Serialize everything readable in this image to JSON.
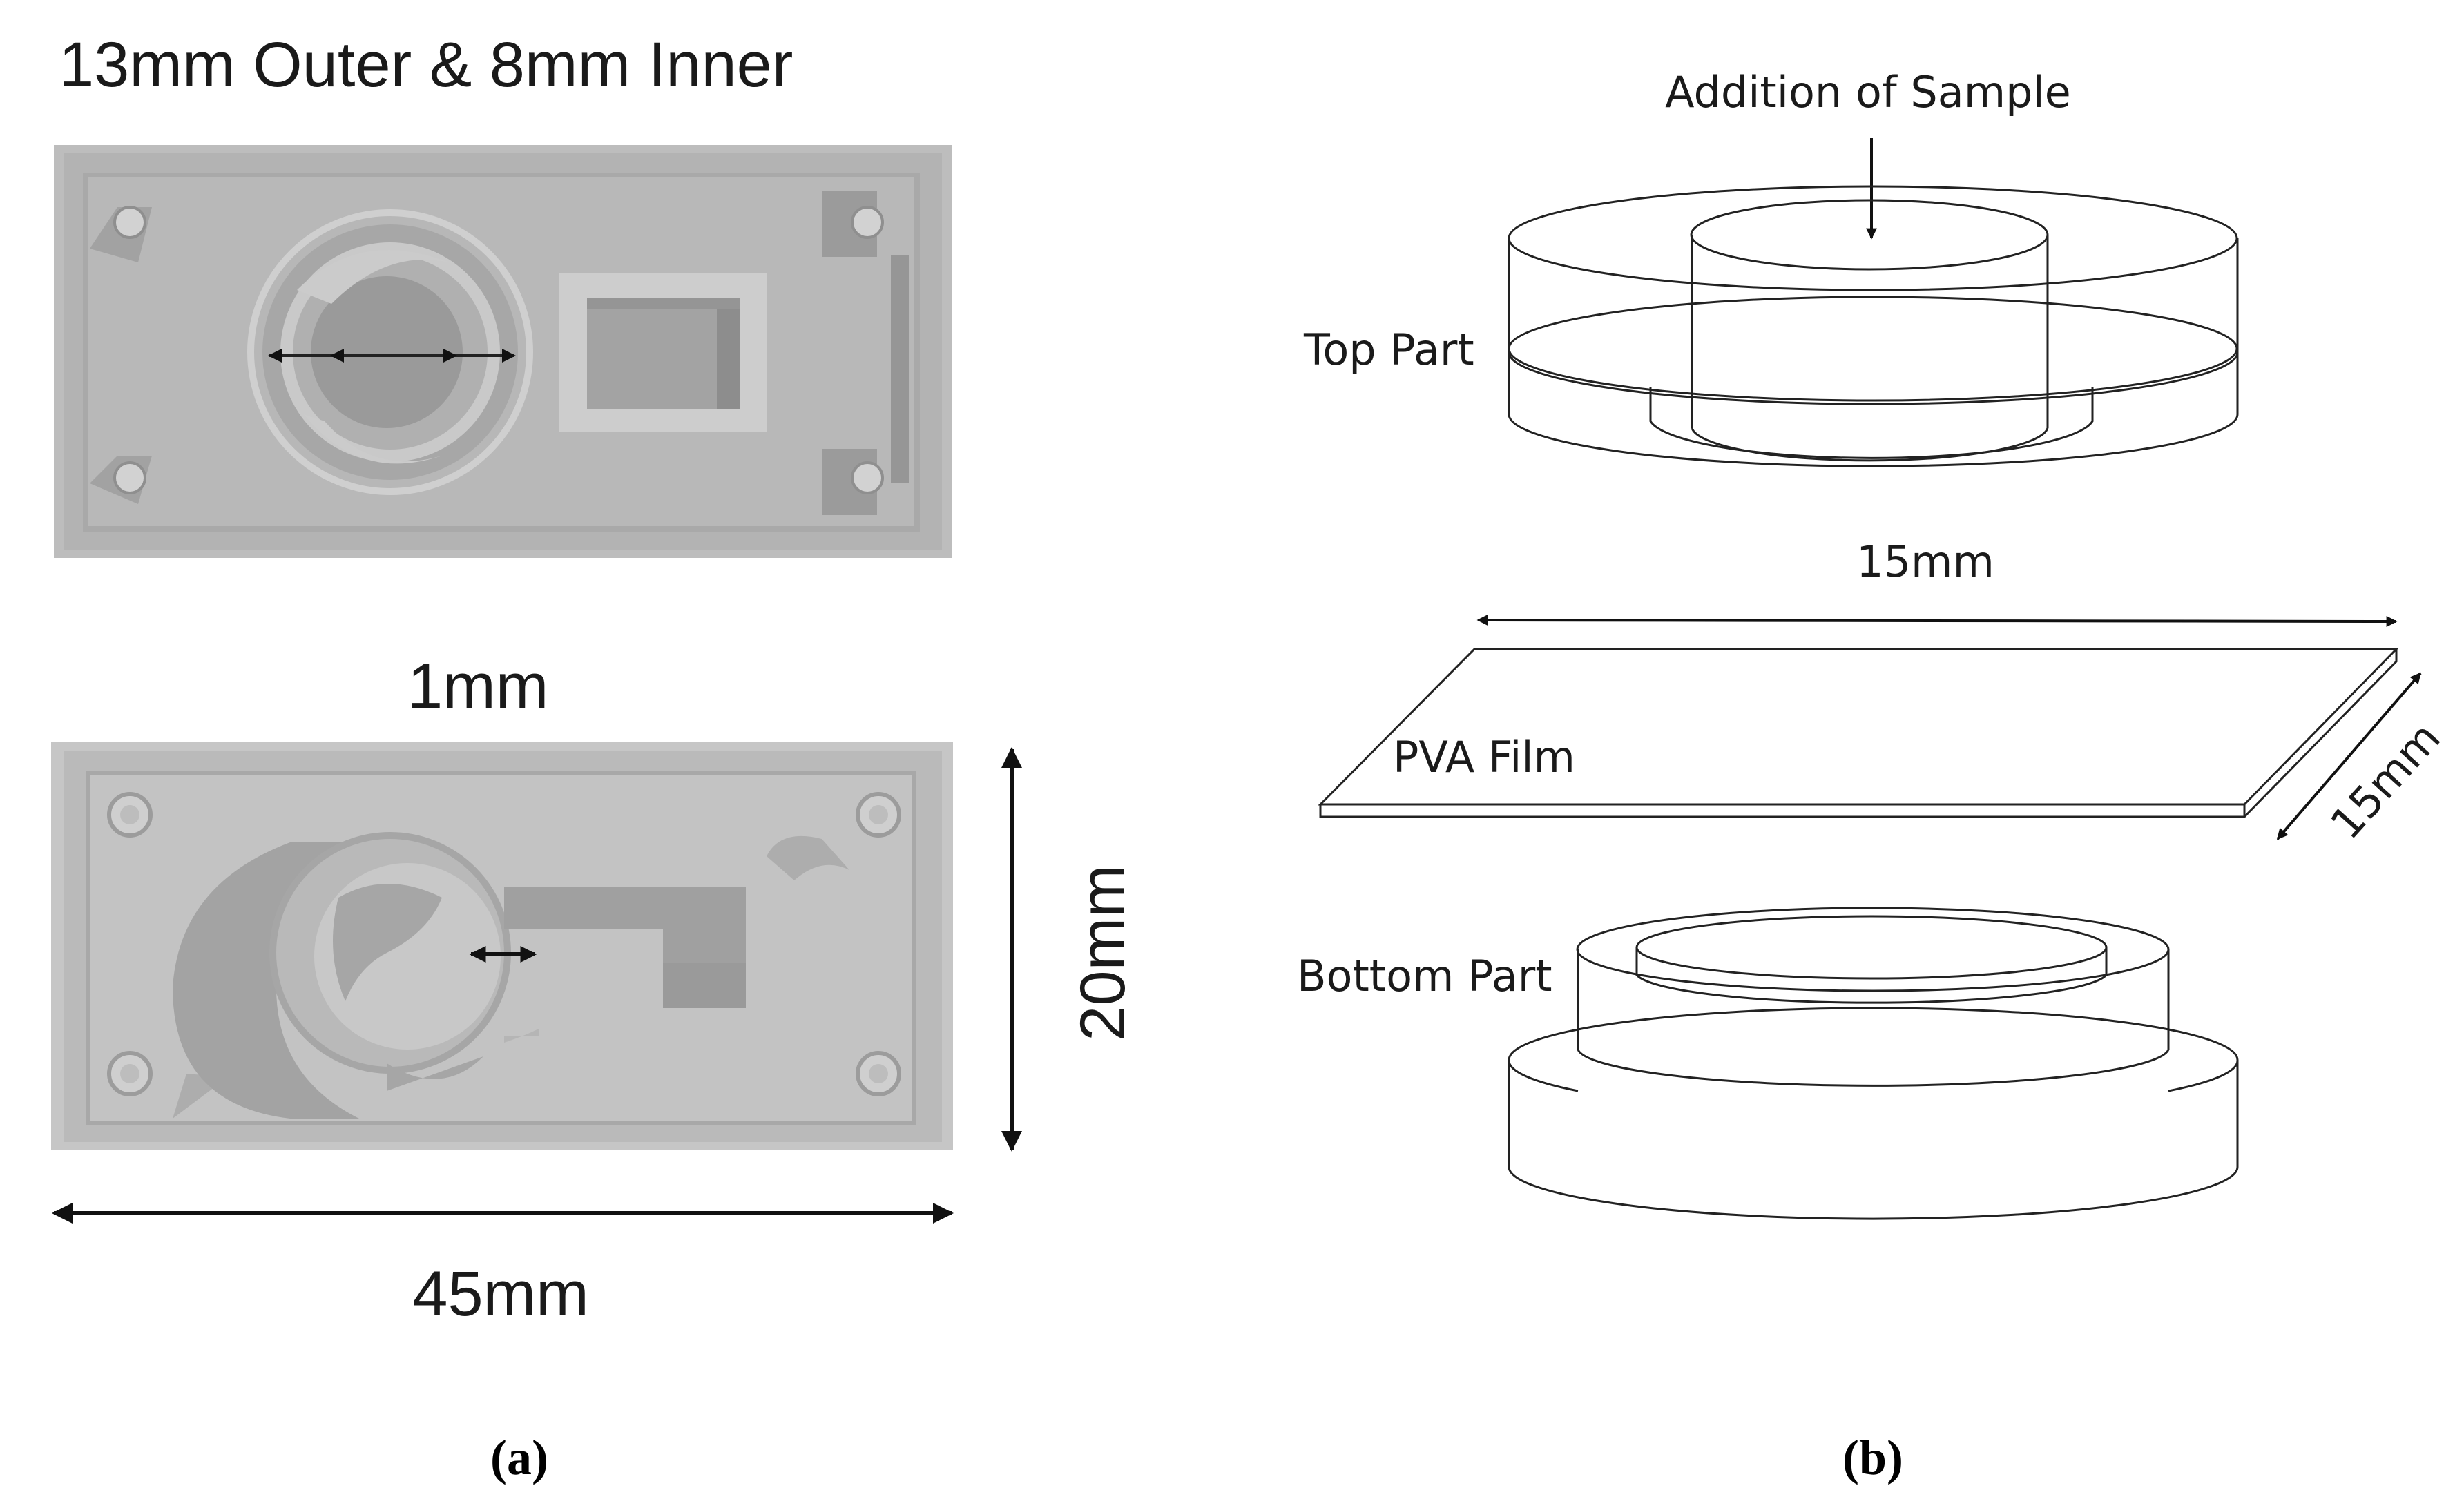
{
  "panel_a": {
    "title": "13mm Outer & 8mm Inner",
    "gap_label": "1mm",
    "height_label": "20mm",
    "width_label": "45mm",
    "caption": "(a)"
  },
  "panel_b": {
    "sample_label": "Addition of Sample",
    "top_label": "Top Part",
    "film_length_label": "15mm",
    "film_label": "PVA Film",
    "film_width_label": "15mm",
    "bottom_label": "Bottom Part",
    "caption": "(b)"
  },
  "colors": {
    "plate_light": "#c4c4c4",
    "plate_mid": "#adadad",
    "plate_dark": "#8c8c8c",
    "line": "#222222"
  }
}
